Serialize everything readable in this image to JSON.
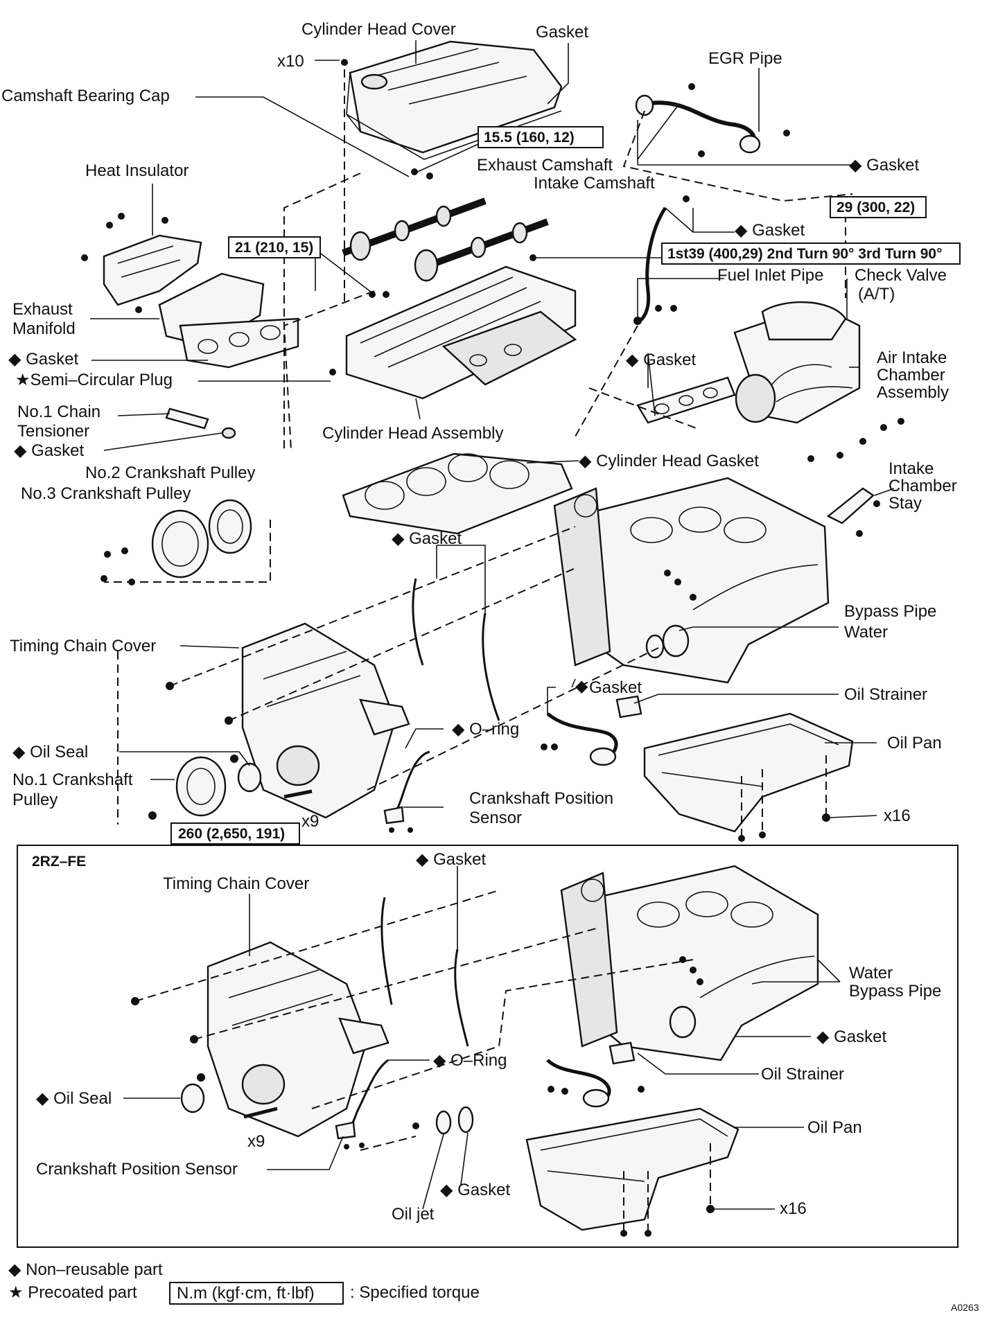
{
  "labels": {
    "cylinder_head_cover": "Cylinder Head Cover",
    "gasket_head_cover": "Gasket",
    "x10": "x10",
    "egr_pipe": "EGR Pipe",
    "camshaft_bearing_cap": "Camshaft Bearing Cap",
    "torque_15_5": "15.5 (160, 12)",
    "exhaust_camshaft": "Exhaust Camshaft",
    "intake_camshaft": "Intake Camshaft",
    "gasket_egr": "◆ Gasket",
    "torque_29": "29 (300, 22)",
    "heat_insulator": "Heat Insulator",
    "gasket_fuel": "◆ Gasket",
    "torque_21": "21 (210, 15)",
    "torque_fuel_turns": "1st39 (400,29) 2nd Turn 90° 3rd Turn 90°",
    "fuel_inlet_pipe": "Fuel Inlet Pipe",
    "check_valve_1": "Check Valve",
    "check_valve_2": "(A/T)",
    "exhaust_manifold_1": "Exhaust",
    "exhaust_manifold_2": "Manifold",
    "gasket_exhaust": "◆ Gasket",
    "semi_circular_plug": "★Semi–Circular Plug",
    "gasket_intake": "◆ Gasket",
    "air_intake_1": "Air Intake",
    "air_intake_2": "Chamber",
    "air_intake_3": "Assembly",
    "chain_tensioner_1": "No.1 Chain",
    "chain_tensioner_2": "Tensioner",
    "gasket_tensioner": "◆ Gasket",
    "cylinder_head_assembly": "Cylinder Head Assembly",
    "cylinder_head_gasket": "◆ Cylinder Head Gasket",
    "no2_pulley": "No.2 Crankshaft Pulley",
    "no3_pulley": "No.3 Crankshaft Pulley",
    "intake_stay_1": "Intake",
    "intake_stay_2": "Chamber",
    "intake_stay_3": "Stay",
    "gasket_timing": "◆ Gasket",
    "bypass_1": "Bypass Pipe",
    "bypass_2": "Water",
    "timing_chain_cover": "Timing Chain Cover",
    "gasket_strainer": "Gasket",
    "oil_strainer": "Oil Strainer",
    "o_ring": "◆ O–ring",
    "oil_pan": "Oil Pan",
    "oil_seal": "◆ Oil Seal",
    "no1_pulley_1": "No.1 Crankshaft",
    "no1_pulley_2": "Pulley",
    "crank_sensor_1": "Crankshaft Position",
    "crank_sensor_2": "Sensor",
    "x9": "x9",
    "torque_260": "260 (2,650, 191)",
    "x16": "x16"
  },
  "inset": {
    "title": "2RZ–FE",
    "gasket_top": "◆ Gasket",
    "timing_chain_cover": "Timing Chain Cover",
    "water_bypass_1": "Water",
    "water_bypass_2": "Bypass Pipe",
    "gasket_right": "◆ Gasket",
    "o_ring": "◆ O–Ring",
    "oil_strainer": "Oil Strainer",
    "oil_seal": "◆ Oil Seal",
    "oil_pan": "Oil Pan",
    "x9": "x9",
    "crank_sensor": "Crankshaft Position Sensor",
    "gasket_bottom": "◆ Gasket",
    "oil_jet": "Oil jet",
    "x16": "x16"
  },
  "legend": {
    "non_reusable": "◆ Non–reusable part",
    "precoated": "★ Precoated part",
    "torque_units": "N.m (kgf·cm, ft·lbf)",
    "specified_torque": ": Specified torque"
  },
  "figure_code": "A0263"
}
